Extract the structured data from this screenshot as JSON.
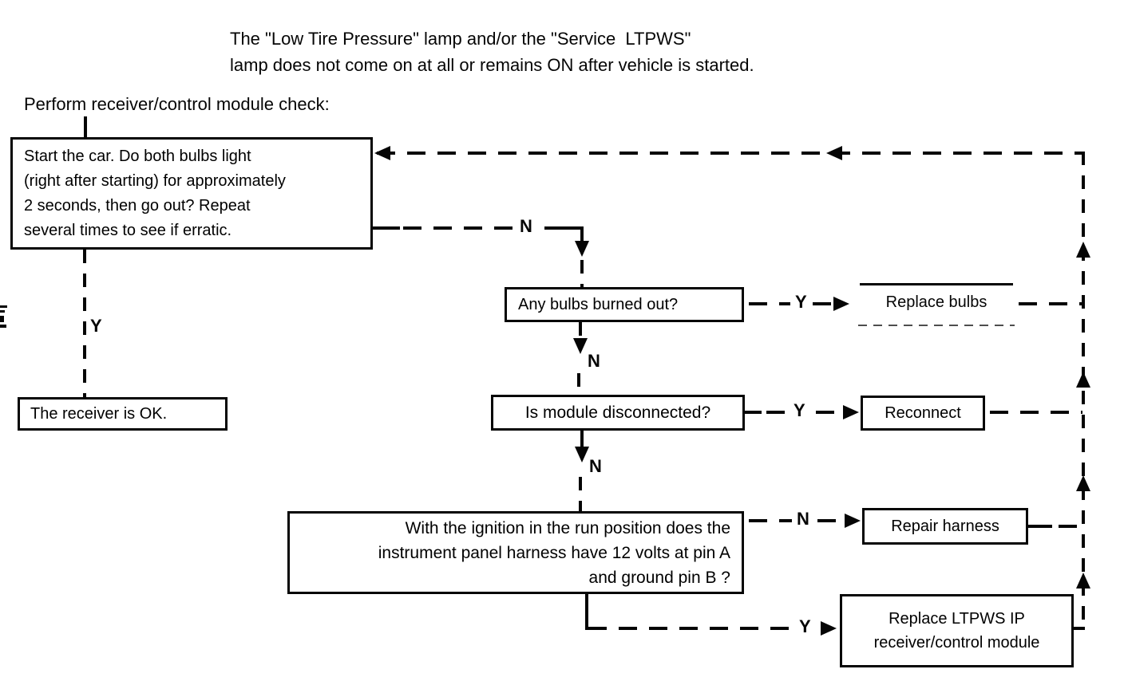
{
  "header": {
    "problem_line1": "The \"Low Tire Pressure\" lamp and/or the \"Service  LTPWS\"",
    "problem_line2": "lamp does not come on at all or remains ON after vehicle is started.",
    "instruction": "Perform receiver/control module check:"
  },
  "nodes": {
    "start_check": {
      "lines": [
        "Start the car. Do both bulbs light",
        "(right after starting) for approximately",
        "2 seconds, then go out? Repeat",
        "several times to see if erratic."
      ]
    },
    "receiver_ok": {
      "label": "The receiver is OK."
    },
    "bulbs_burned_out": {
      "label": "Any bulbs burned out?"
    },
    "replace_bulbs": {
      "label": "Replace bulbs"
    },
    "module_disconnected": {
      "label": "Is module disconnected?"
    },
    "reconnect": {
      "label": "Reconnect"
    },
    "ignition_voltage": {
      "lines": [
        "With the ignition in the run position does the",
        "instrument panel harness have 12 volts at pin A",
        "and ground pin B ?"
      ]
    },
    "repair_harness": {
      "label": "Repair harness"
    },
    "replace_module": {
      "lines": [
        "Replace LTPWS IP",
        "receiver/control module"
      ]
    }
  },
  "edge_labels": {
    "start_yes": "Y",
    "start_no": "N",
    "bulbs_yes": "Y",
    "bulbs_no": "N",
    "module_yes": "Y",
    "module_no": "N",
    "ignition_no": "N",
    "ignition_yes": "Y"
  },
  "colors": {
    "ink": "#050505",
    "paper": "#ffffff"
  }
}
